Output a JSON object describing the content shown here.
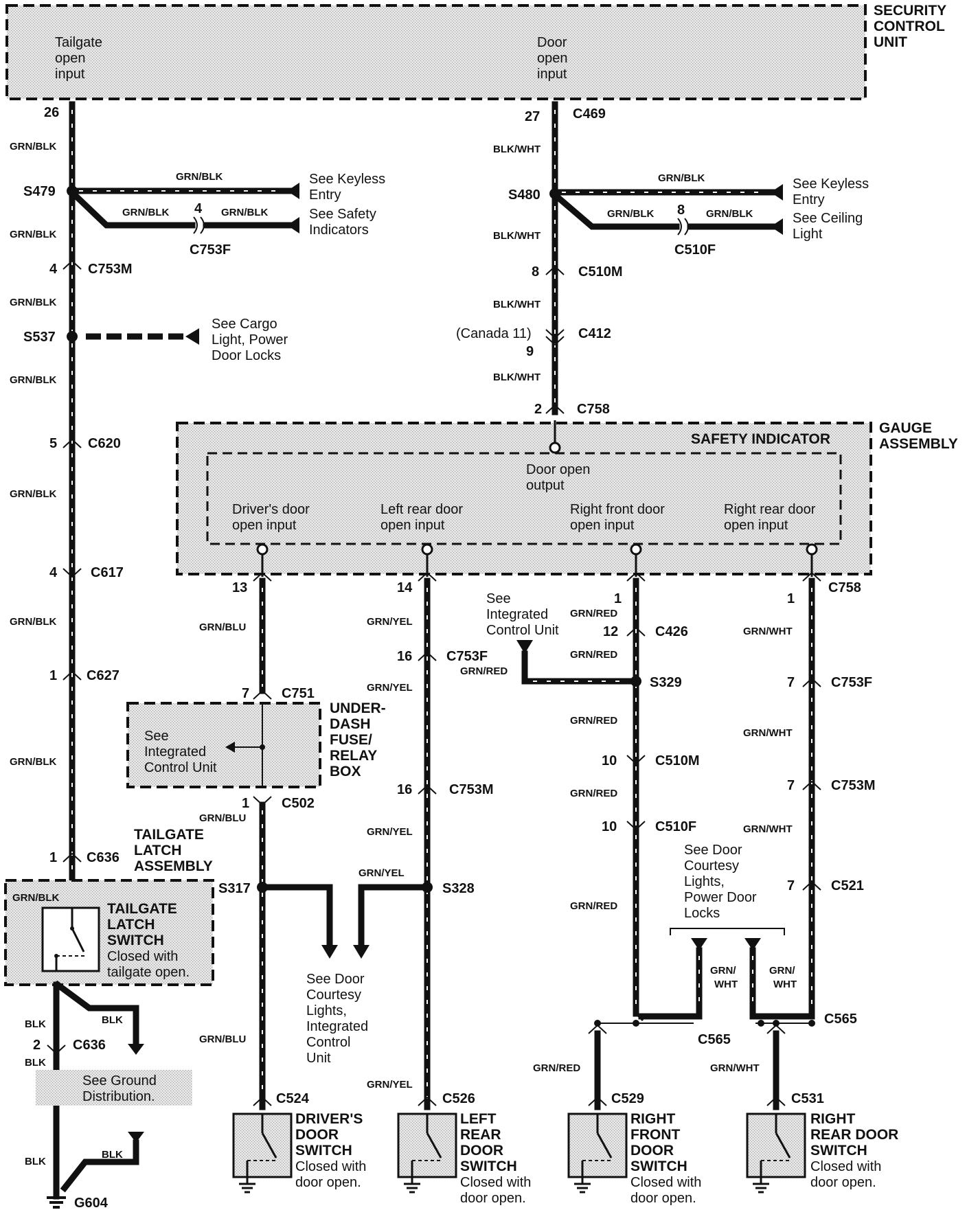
{
  "security_control_unit": {
    "title_lines": [
      "SECURITY",
      "CONTROL",
      "UNIT"
    ],
    "tailgate_input_lines": [
      "Tailgate",
      "open",
      "input"
    ],
    "door_input_lines": [
      "Door",
      "open",
      "input"
    ]
  },
  "gauge_assembly": {
    "title_lines": [
      "GAUGE",
      "ASSEMBLY"
    ],
    "safety_indicator": "SAFETY INDICATOR",
    "door_open_output_lines": [
      "Door open",
      "output"
    ],
    "inputs": [
      [
        "Driver's door",
        "open input"
      ],
      [
        "Left rear door",
        "open input"
      ],
      [
        "Right front door",
        "open input"
      ],
      [
        "Right rear door",
        "open input"
      ]
    ]
  },
  "left_circuit": {
    "pin_26": "26",
    "s479": "S479",
    "s537": "S537",
    "pin_4_c753m": "4",
    "c753m": "C753M",
    "pin_5": "5",
    "c620": "C620",
    "pin_4_c617": "4",
    "c617": "C617",
    "pin_1_c627": "1",
    "c627": "C627",
    "pin_1_c636": "1",
    "c636": "C636",
    "pin_2": "2",
    "g604": "G604",
    "wire_grn_blk": "GRN/BLK",
    "wire_blk": "BLK",
    "pin_4_c753f": "4",
    "c753f": "C753F",
    "see_keyless_lines": [
      "See Keyless",
      "Entry"
    ],
    "see_safety_lines": [
      "See Safety",
      "Indicators"
    ],
    "see_cargo_lines": [
      "See Cargo",
      "Light, Power",
      "Door Locks"
    ],
    "see_ground_lines": [
      "See Ground",
      "Distribution."
    ]
  },
  "tailgate": {
    "assembly_lines": [
      "TAILGATE",
      "LATCH",
      "ASSEMBLY"
    ],
    "switch_lines": [
      "TAILGATE",
      "LATCH",
      "SWITCH"
    ],
    "switch_desc_lines": [
      "Closed with",
      "tailgate open."
    ]
  },
  "door_open_circuit": {
    "pin_27": "27",
    "c469": "C469",
    "s480": "S480",
    "wire_blk_wht": "BLK/WHT",
    "pin_8_c510m": "8",
    "c510m": "C510M",
    "canada": "(Canada 11)",
    "c412": "C412",
    "pin_9": "9",
    "pin_2": "2",
    "c758": "C758",
    "pin_8_c510f": "8",
    "c510f": "C510F",
    "see_keyless_lines": [
      "See Keyless",
      "Entry"
    ],
    "see_ceiling_lines": [
      "See Ceiling",
      "Light"
    ]
  },
  "underdash": {
    "title_lines": [
      "UNDER-",
      "DASH",
      "FUSE/",
      "RELAY",
      "BOX"
    ],
    "see_icu_lines": [
      "See",
      "Integrated",
      "Control Unit"
    ],
    "pin_7": "7",
    "c751": "C751",
    "pin_1": "1",
    "c502": "C502"
  },
  "driver_circuit": {
    "pin_13": "13",
    "wire": "GRN/BLU",
    "s317": "S317",
    "c524": "C524",
    "switch_lines": [
      "DRIVER'S",
      "DOOR",
      "SWITCH"
    ],
    "desc_lines": [
      "Closed with",
      "door open."
    ]
  },
  "left_rear_circuit": {
    "pin_14": "14",
    "wire": "GRN/YEL",
    "pin_16a": "16",
    "c753f": "C753F",
    "pin_16b": "16",
    "c753m": "C753M",
    "s328": "S328",
    "c526": "C526",
    "switch_lines": [
      "LEFT",
      "REAR",
      "DOOR",
      "SWITCH"
    ],
    "desc_lines": [
      "Closed with",
      "door open."
    ],
    "see_courtesy_lines": [
      "See Door",
      "Courtesy",
      "Lights,",
      "Integrated",
      "Control",
      "Unit"
    ]
  },
  "right_front_circuit": {
    "pin_1": "1",
    "wire": "GRN/RED",
    "pin_12": "12",
    "c426": "C426",
    "s329": "S329",
    "pin_10a": "10",
    "c510m": "C510M",
    "pin_10b": "10",
    "c510f": "C510F",
    "c565": "C565",
    "c529": "C529",
    "see_icu_lines": [
      "See",
      "Integrated",
      "Control Unit"
    ],
    "switch_lines": [
      "RIGHT",
      "FRONT",
      "DOOR",
      "SWITCH"
    ],
    "desc_lines": [
      "Closed with",
      "door open."
    ]
  },
  "right_rear_circuit": {
    "pin_1": "1",
    "c758": "C758",
    "wire": "GRN/WHT",
    "wire_split_lines": [
      "GRN/",
      "WHT"
    ],
    "pin_7a": "7",
    "c753f": "C753F",
    "pin_7b": "7",
    "c753m": "C753M",
    "pin_7c": "7",
    "c521": "C521",
    "c565": "C565",
    "c531": "C531",
    "see_courtesy_lines": [
      "See Door",
      "Courtesy",
      "Lights,",
      "Power Door",
      "Locks"
    ],
    "switch_lines": [
      "RIGHT",
      "REAR DOOR",
      "SWITCH"
    ],
    "desc_lines": [
      "Closed with",
      "door open."
    ]
  }
}
